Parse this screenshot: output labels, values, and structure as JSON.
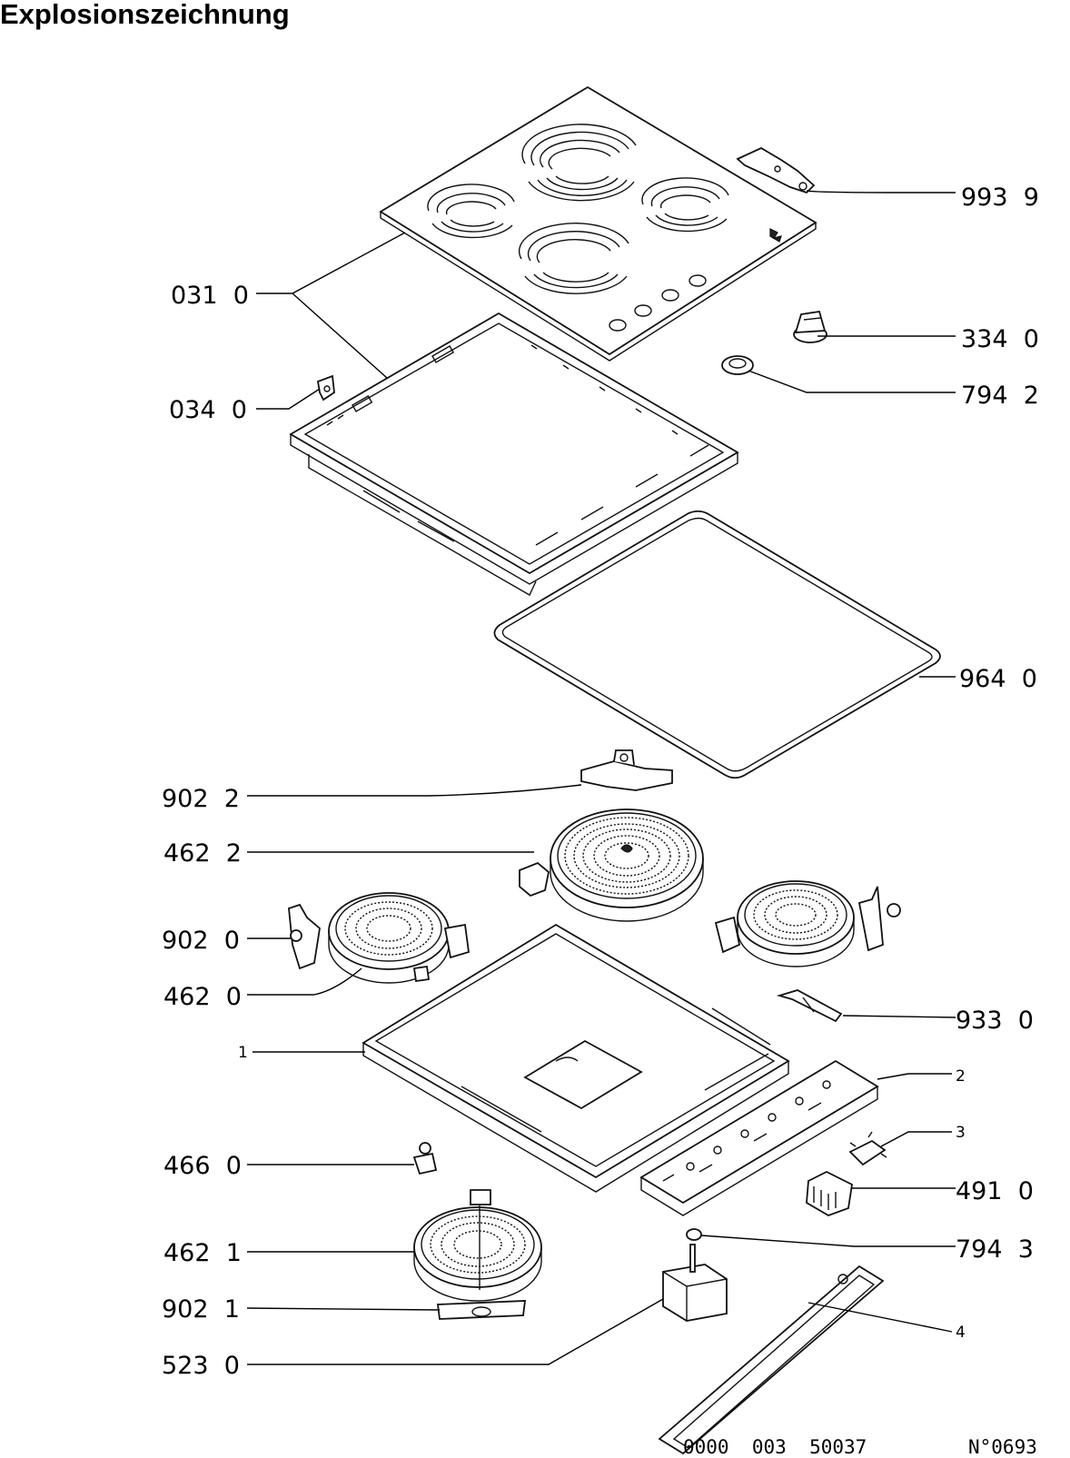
{
  "title": "Explosionszeichnung",
  "part_labels": [
    {
      "id": "993-9",
      "text": "993  9"
    },
    {
      "id": "031-0",
      "text": "031  0"
    },
    {
      "id": "334-0",
      "text": "334  0"
    },
    {
      "id": "794-2",
      "text": "794  2"
    },
    {
      "id": "034-0",
      "text": "034  0"
    },
    {
      "id": "964-0",
      "text": "964  0"
    },
    {
      "id": "902-2",
      "text": "902  2"
    },
    {
      "id": "462-2",
      "text": "462  2"
    },
    {
      "id": "902-0",
      "text": "902  0"
    },
    {
      "id": "462-0",
      "text": "462  0"
    },
    {
      "id": "933-0",
      "text": "933  0"
    },
    {
      "id": "1",
      "text": "1"
    },
    {
      "id": "2",
      "text": "2"
    },
    {
      "id": "3",
      "text": "3"
    },
    {
      "id": "466-0",
      "text": "466  0"
    },
    {
      "id": "491-0",
      "text": "491  0"
    },
    {
      "id": "462-1",
      "text": "462  1"
    },
    {
      "id": "794-3",
      "text": "794  3"
    },
    {
      "id": "902-1",
      "text": "902  1"
    },
    {
      "id": "4",
      "text": "4"
    },
    {
      "id": "523-0",
      "text": "523  0"
    }
  ],
  "footer": {
    "drawing_number": "0000  003  50037",
    "sheet_ref": "N°0693"
  }
}
